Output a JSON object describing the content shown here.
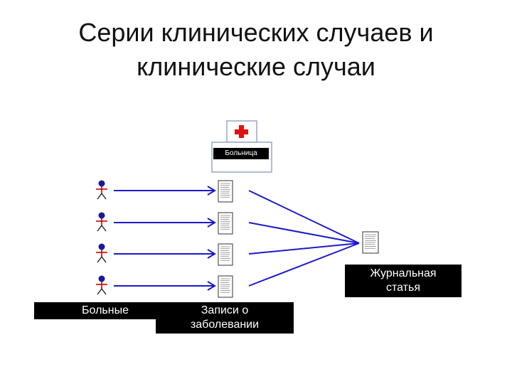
{
  "title": {
    "line1": "Серии клинических случаев и",
    "line2": "клинические случаи"
  },
  "hospital": {
    "label": "Больница",
    "icon": "red-cross-icon"
  },
  "labels": {
    "patients": "Больные",
    "records_line1": "Записи о",
    "records_line2": "заболевании",
    "article_line1": "Журнальная",
    "article_line2": "статья"
  },
  "colors": {
    "arrow": "#1a1acc",
    "person_head": "#1a1a99",
    "person_body": "#cc0000",
    "cross": "#e01010",
    "label_bg": "#000000",
    "label_text": "#ffffff"
  },
  "patient_count": 4
}
